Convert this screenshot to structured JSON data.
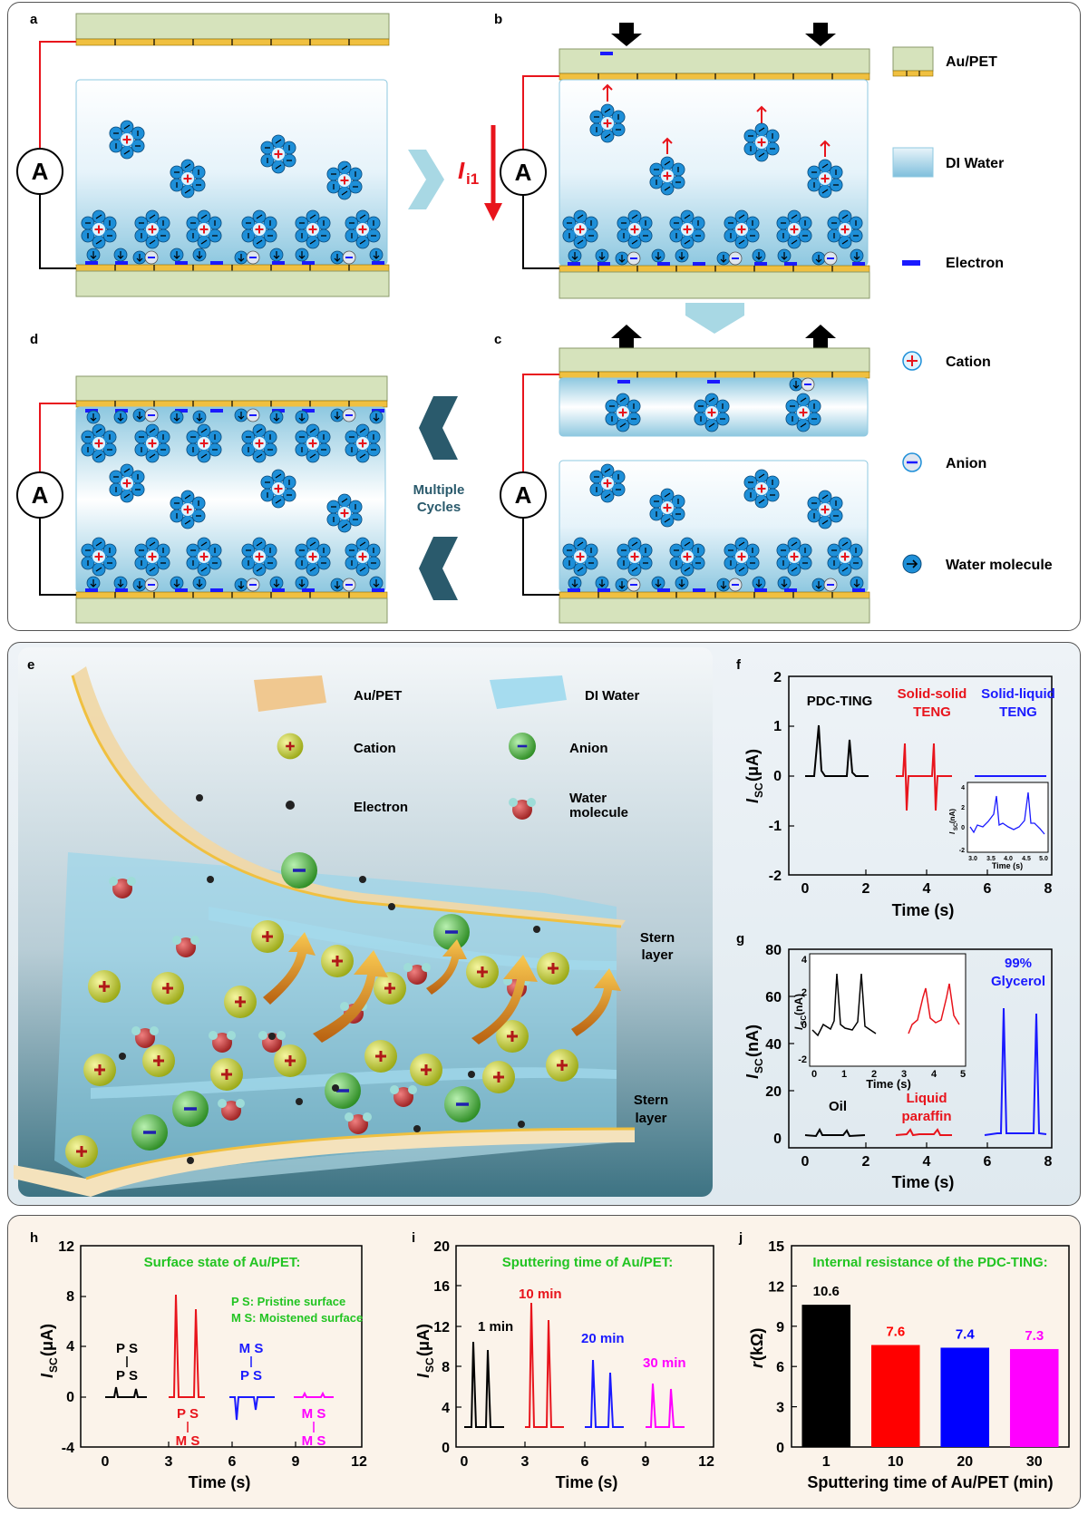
{
  "panel_letters": {
    "a": "a",
    "b": "b",
    "c": "c",
    "d": "d",
    "e": "e",
    "f": "f",
    "g": "g",
    "h": "h",
    "i": "i",
    "j": "j"
  },
  "ammeter": "A",
  "current_label": {
    "main": "I",
    "sub": "i1"
  },
  "multiple_cycles": [
    "Multiple",
    "Cycles"
  ],
  "legend_top": {
    "aupet": "Au/PET",
    "water": "DI Water",
    "electron": "Electron",
    "cation": "Cation",
    "anion": "Anion",
    "molecule": "Water molecule"
  },
  "legend_e": {
    "aupet": "Au/PET",
    "water": "DI Water",
    "cation": "Cation",
    "anion": "Anion",
    "electron": "Electron",
    "molecule": [
      "Water",
      "molecule"
    ]
  },
  "stern": [
    "Stern",
    "layer"
  ],
  "colors": {
    "gold": "#f0c040",
    "plate": "#d6e3bc",
    "water_top": "#a8d4e8",
    "red": "#e8141c",
    "blue": "#1a1aff",
    "magenta": "#ff00ff",
    "black": "#000000",
    "title_green": "#22c422",
    "dark_teal": "#2a5a6c",
    "light_teal": "#a8d8e4"
  },
  "chart_f": {
    "ylabel": {
      "main": "I",
      "sub": "SC",
      "unit": " (μA)"
    },
    "xlabel": "Time (s)",
    "yticks": [
      "2",
      "1",
      "0",
      "-1",
      "-2"
    ],
    "xticks": [
      "0",
      "2",
      "4",
      "6",
      "8"
    ],
    "labels": {
      "pdc": "PDC-TING",
      "ss1": "Solid-solid",
      "ss2": "TENG",
      "sl1": "Solid-liquid",
      "sl2": "TENG"
    },
    "inset": {
      "ylabel": "I",
      "ysub": "SC",
      "yunit": " (nA)",
      "xlabel": "Time (s)",
      "yticks": [
        "4",
        "2",
        "0",
        "-2"
      ],
      "xticks": [
        "3.0",
        "3.5",
        "4.0",
        "4.5",
        "5.0"
      ]
    }
  },
  "chart_g": {
    "ylabel": {
      "main": "I",
      "sub": "SC",
      "unit": " (nA)"
    },
    "xlabel": "Time (s)",
    "yticks": [
      "80",
      "60",
      "40",
      "20",
      "0"
    ],
    "xticks": [
      "0",
      "2",
      "4",
      "6",
      "8"
    ],
    "labels": {
      "oil": "Oil",
      "lp1": "Liquid",
      "lp2": "paraffin",
      "gl1": "99%",
      "gl2": "Glycerol"
    },
    "inset": {
      "ylabel": "I",
      "ysub": "SC",
      "yunit": " (nA)",
      "xlabel": "Time (s)",
      "yticks": [
        "4",
        "2",
        "0",
        "-2"
      ],
      "xticks": [
        "0",
        "1",
        "2",
        "3",
        "4",
        "5"
      ]
    }
  },
  "chart_h": {
    "title": "Surface state of Au/PET:",
    "note1": "P S: Pristine surface",
    "note2": "M S: Moistened surface",
    "ylabel": {
      "main": "I",
      "sub": "SC",
      "unit": " (μA)"
    },
    "xlabel": "Time (s)",
    "yticks": [
      "12",
      "8",
      "4",
      "0",
      "-4"
    ],
    "xticks": [
      "0",
      "3",
      "6",
      "9",
      "12"
    ],
    "pairs": {
      "ps": "P S",
      "ms": "M S"
    }
  },
  "chart_i": {
    "title": "Sputtering time of Au/PET:",
    "ylabel": {
      "main": "I",
      "sub": "SC",
      "unit": " (μA)"
    },
    "xlabel": "Time (s)",
    "yticks": [
      "20",
      "16",
      "12",
      "8",
      "4",
      "0"
    ],
    "xticks": [
      "0",
      "3",
      "6",
      "9",
      "12"
    ],
    "series": [
      "1 min",
      "10 min",
      "20 min",
      "30 min"
    ]
  },
  "chart_data": {
    "type": "bar",
    "title": "Internal resistance of the PDC-TING:",
    "categories": [
      "1",
      "10",
      "20",
      "30"
    ],
    "values": [
      10.6,
      7.6,
      7.4,
      7.3
    ],
    "value_labels": [
      "10.6",
      "7.6",
      "7.4",
      "7.3"
    ],
    "colors": [
      "#000000",
      "#ff0000",
      "#0000ff",
      "#ff00ff"
    ],
    "xlabel": "Sputtering time of Au/PET (min)",
    "ylabel": {
      "main": "r",
      "unit": " (kΩ)"
    },
    "ylim": [
      0,
      15
    ],
    "yticks": [
      "15",
      "12",
      "9",
      "6",
      "3",
      "0"
    ]
  }
}
